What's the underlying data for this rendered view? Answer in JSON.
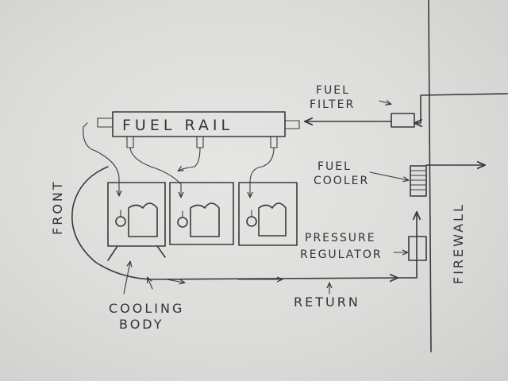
{
  "labels": {
    "fuel_rail": "FUEL RAIL",
    "fuel_filter_1": "FUEL",
    "fuel_filter_2": "FILTER",
    "fuel_cooler_1": "FUEL",
    "fuel_cooler_2": "COOLER",
    "pressure_regulator_1": "PRESSURE",
    "pressure_regulator_2": "REGULATOR",
    "front": "FRONT",
    "firewall": "FIREWALL",
    "return": "RETURN",
    "cooling_body_1": "COOLING",
    "cooling_body_2": "BODY"
  }
}
